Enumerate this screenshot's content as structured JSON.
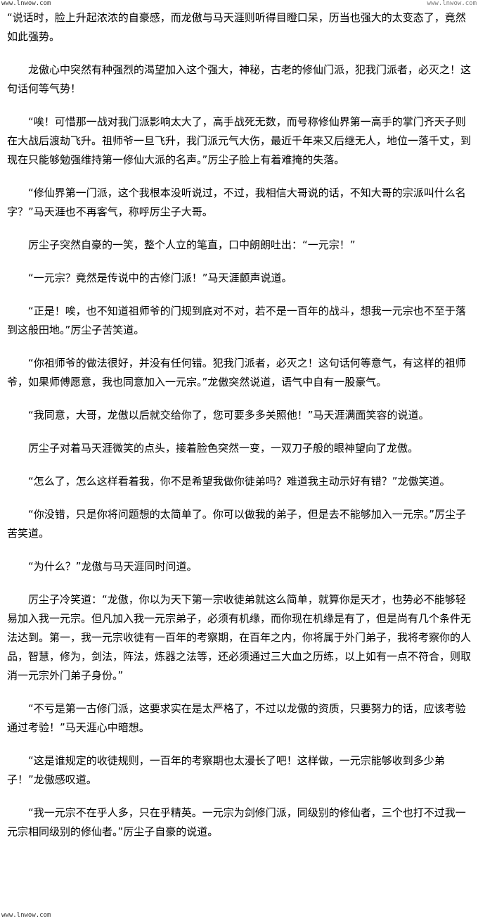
{
  "watermarks": {
    "top_left": "www.lnwow.com",
    "top_right": "www.lnwow.com",
    "bottom_left": "www.lnwow.com"
  },
  "paragraphs": [
    "“说话时，脸上升起浓浓的自豪感，而龙傲与马天涯则听得目瞪口呆，历当也强大的太变态了，竟然如此强势。",
    "龙傲心中突然有种强烈的渴望加入这个强大，神秘，古老的修仙门派，犯我门派者，必灭之！这句话何等气势！",
    "“唉！可惜那一战对我门派影响太大了，高手战死无数，而号称修仙界第一高手的掌门齐天子则在大战后渡劫飞升。祖师爷一旦飞升，我门派元气大伤，最近千年来又后继无人，地位一落千丈，到现在只能够勉强维持第一修仙大派的名声。”厉尘子脸上有着难掩的失落。",
    "“修仙界第一门派，这个我根本没听说过，不过，我相信大哥说的话，不知大哥的宗派叫什么名字？”马天涯也不再客气，称呼厉尘子大哥。",
    "厉尘子突然自豪的一笑，整个人立的笔直，口中朗朗吐出：“一元宗！”",
    "“一元宗？竟然是传说中的古修门派！”马天涯颤声说道。",
    "“正是！唉，也不知道祖师爷的门规到底对不对，若不是一百年的战斗，想我一元宗也不至于落到这般田地。”厉尘子苦笑道。",
    "“你祖师爷的做法很好，并没有任何错。犯我门派者，必灭之！这句话何等意气，有这样的祖师爷，如果师傅愿意，我也同意加入一元宗。”龙傲突然说道，语气中自有一股豪气。",
    "“我同意，大哥，龙傲以后就交给你了，您可要多多关照他！”马天涯满面笑容的说道。",
    "厉尘子对着马天涯微笑的点头，接着脸色突然一变，一双刀子般的眼神望向了龙傲。",
    "“怎么了，怎么这样看着我，你不是希望我做你徒弟吗？难道我主动示好有错？”龙傲笑道。",
    "“你没错，只是你将问题想的太简单了。你可以做我的弟子，但是去不能够加入一元宗。”厉尘子苦笑道。",
    "“为什么？”龙傲与马天涯同时问道。",
    "厉尘子冷笑道：“龙傲，你以为天下第一宗收徒弟就这么简单，就算你是天才，也势必不能够轻易加入我一元宗。但凡加入我一元宗弟子，必须有机缘，而你现在机缘是有了，但是尚有几个条件无法达到。第一，我一元宗收徒有一百年的考察期，在百年之内，你将属于外门弟子，我将考察你的人品，智慧，修为，剑法，阵法，炼器之法等，还必须通过三大血之历练，以上如有一点不符合，则取消一元宗外门弟子身份。”",
    "“不亏是第一古修门派，这要求实在是太严格了，不过以龙傲的资质，只要努力的话，应该考验通过考验！”马天涯心中暗想。",
    "“这是谁规定的收徒规则，一百年的考察期也太漫长了吧！这样做，一元宗能够收到多少弟子！”龙傲感叹道。",
    "“我一元宗不在乎人多，只在乎精英。一元宗为剑修门派，同级别的修仙者，三个也打不过我一元宗相同级别的修仙者。”厉尘子自豪的说道。"
  ]
}
